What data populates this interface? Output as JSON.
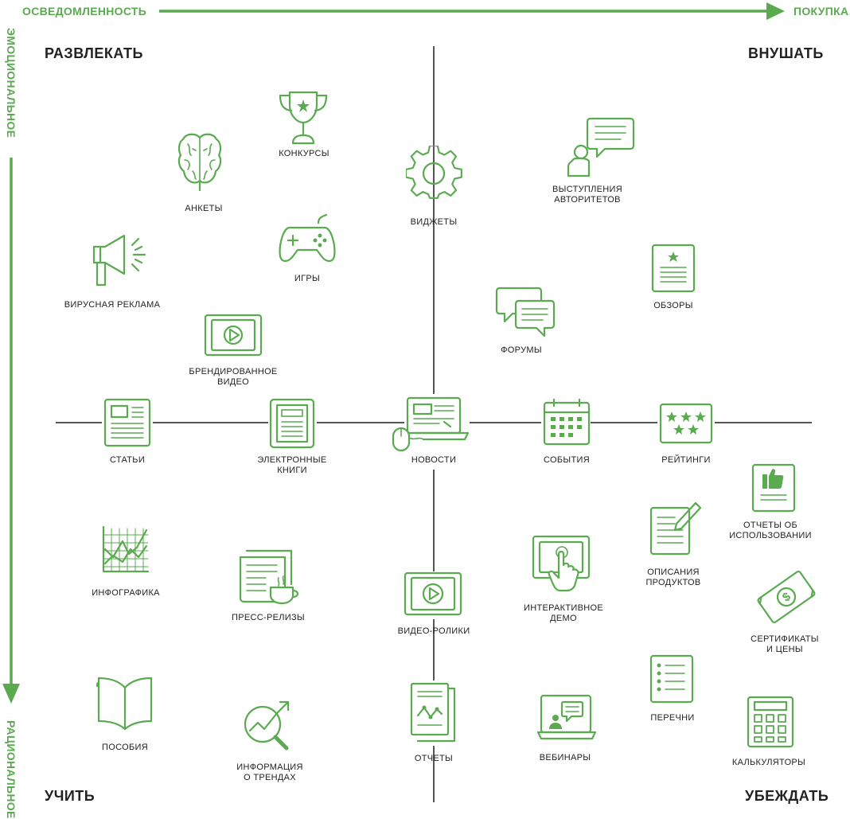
{
  "axes": {
    "top_left": "ОСВЕДОМЛЕННОСТЬ",
    "top_right": "ПОКУПКА",
    "left_top": "ЭМОЦИОНАЛЬНОЕ",
    "left_bottom": "РАЦИОНАЛЬНОЕ"
  },
  "quadrants": {
    "top_left": "РАЗВЛЕКАТЬ",
    "top_right": "ВНУШАТЬ",
    "bottom_left": "УЧИТЬ",
    "bottom_right": "УБЕЖДАТЬ"
  },
  "items": {
    "konkursy": "КОНКУРСЫ",
    "ankety": "АНКЕТЫ",
    "igry": "ИГРЫ",
    "virusnaya": "ВИРУСНАЯ РЕКЛАМА",
    "brand_video_1": "БРЕНДИРОВАННОЕ",
    "brand_video_2": "ВИДЕО",
    "vidzhety": "ВИДЖЕТЫ",
    "vystupleniya_1": "ВЫСТУПЛЕНИЯ",
    "vystupleniya_2": "АВТОРИТЕТОВ",
    "obzory": "ОБЗОРЫ",
    "forumy": "ФОРУМЫ",
    "stati": "СТАТЬИ",
    "ekniigi_1": "ЭЛЕКТРОННЫЕ",
    "ekniigi_2": "КНИГИ",
    "novosti": "НОВОСТИ",
    "sobytiya": "СОБЫТИЯ",
    "reytingi": "РЕЙТИНГИ",
    "otchety_ob_1": "ОТЧЕТЫ ОБ",
    "otchety_ob_2": "ИСПОЛЬЗОВАНИИ",
    "opisaniya_1": "ОПИСАНИЯ",
    "opisaniya_2": "ПРОДУКТОВ",
    "infografika": "ИНФОГРАФИКА",
    "press": "ПРЕСС-РЕЛИЗЫ",
    "videoroliki": "ВИДЕО-РОЛИКИ",
    "interaktiv_1": "ИНТЕРАКТИВНОЕ",
    "interaktiv_2": "ДЕМО",
    "sertifikaty_1": "СЕРТИФИКАТЫ",
    "sertifikaty_2": "И ЦЕНЫ",
    "perechni": "ПЕРЕЧНИ",
    "posobiya": "ПОСОБИЯ",
    "trendy_1": "ИНФОРМАЦИЯ",
    "trendy_2": "О ТРЕНДАХ",
    "otchety": "ОТЧЕТЫ",
    "vebinary": "ВЕБИНАРЫ",
    "kalkulyatory": "КАЛЬКУЛЯТОРЫ"
  },
  "colors": {
    "accent": "#5aaa50",
    "text": "#222222",
    "line": "#555555"
  },
  "icons": [
    "trophy-icon",
    "brain-icon",
    "gamepad-icon",
    "megaphone-icon",
    "video-player-icon",
    "gear-icon",
    "speaker-bubble-icon",
    "review-doc-icon",
    "chat-bubbles-icon",
    "article-icon",
    "ebook-icon",
    "laptop-mouse-icon",
    "calendar-icon",
    "stars-icon",
    "thumbs-up-doc-icon",
    "edit-doc-icon",
    "chart-grid-icon",
    "coffee-news-icon",
    "video-player-icon",
    "touch-screen-icon",
    "money-icon",
    "checklist-icon",
    "open-book-icon",
    "trend-magnifier-icon",
    "report-icon",
    "webinar-icon",
    "calculator-icon"
  ]
}
